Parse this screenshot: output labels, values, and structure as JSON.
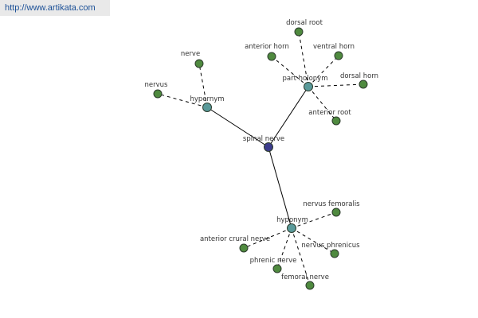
{
  "source_url": "http://www.artikata.com",
  "colors": {
    "center": "#3c3c8c",
    "relation": "#5a9a9a",
    "leaf": "#4f8a3f"
  },
  "nodes": {
    "center": {
      "label": "spinal nerve",
      "kind": "center"
    },
    "hypernym": {
      "label": "hypernym",
      "kind": "relation"
    },
    "part_holonym": {
      "label": "part holonym",
      "kind": "relation"
    },
    "hyponym": {
      "label": "hyponym",
      "kind": "relation"
    },
    "nerve": {
      "label": "nerve",
      "kind": "leaf"
    },
    "nervus": {
      "label": "nervus",
      "kind": "leaf"
    },
    "dorsal_root": {
      "label": "dorsal root",
      "kind": "leaf"
    },
    "anterior_horn": {
      "label": "anterior horn",
      "kind": "leaf"
    },
    "ventral_horn": {
      "label": "ventral horn",
      "kind": "leaf"
    },
    "dorsal_horn": {
      "label": "dorsal horn",
      "kind": "leaf"
    },
    "anterior_root": {
      "label": "anterior root",
      "kind": "leaf"
    },
    "nervus_femoralis": {
      "label": "nervus femoralis",
      "kind": "leaf"
    },
    "anterior_crural_nerve": {
      "label": "anterior crural nerve",
      "kind": "leaf"
    },
    "nervus_phrenicus": {
      "label": "nervus phrenicus",
      "kind": "leaf"
    },
    "phrenic_nerve": {
      "label": "phrenic nerve",
      "kind": "leaf"
    },
    "femoral_nerve": {
      "label": "femoral nerve",
      "kind": "leaf"
    }
  },
  "edges": [
    {
      "from": "center",
      "to": "hypernym",
      "style": "solid"
    },
    {
      "from": "center",
      "to": "part_holonym",
      "style": "solid"
    },
    {
      "from": "center",
      "to": "hyponym",
      "style": "solid"
    },
    {
      "from": "hypernym",
      "to": "nerve",
      "style": "dashed"
    },
    {
      "from": "hypernym",
      "to": "nervus",
      "style": "dashed"
    },
    {
      "from": "part_holonym",
      "to": "dorsal_root",
      "style": "dashed"
    },
    {
      "from": "part_holonym",
      "to": "anterior_horn",
      "style": "dashed"
    },
    {
      "from": "part_holonym",
      "to": "ventral_horn",
      "style": "dashed"
    },
    {
      "from": "part_holonym",
      "to": "dorsal_horn",
      "style": "dashed"
    },
    {
      "from": "part_holonym",
      "to": "anterior_root",
      "style": "dashed"
    },
    {
      "from": "hyponym",
      "to": "nervus_femoralis",
      "style": "dashed"
    },
    {
      "from": "hyponym",
      "to": "anterior_crural_nerve",
      "style": "dashed"
    },
    {
      "from": "hyponym",
      "to": "nervus_phrenicus",
      "style": "dashed"
    },
    {
      "from": "hyponym",
      "to": "phrenic_nerve",
      "style": "dashed"
    },
    {
      "from": "hyponym",
      "to": "femoral_nerve",
      "style": "dashed"
    }
  ]
}
